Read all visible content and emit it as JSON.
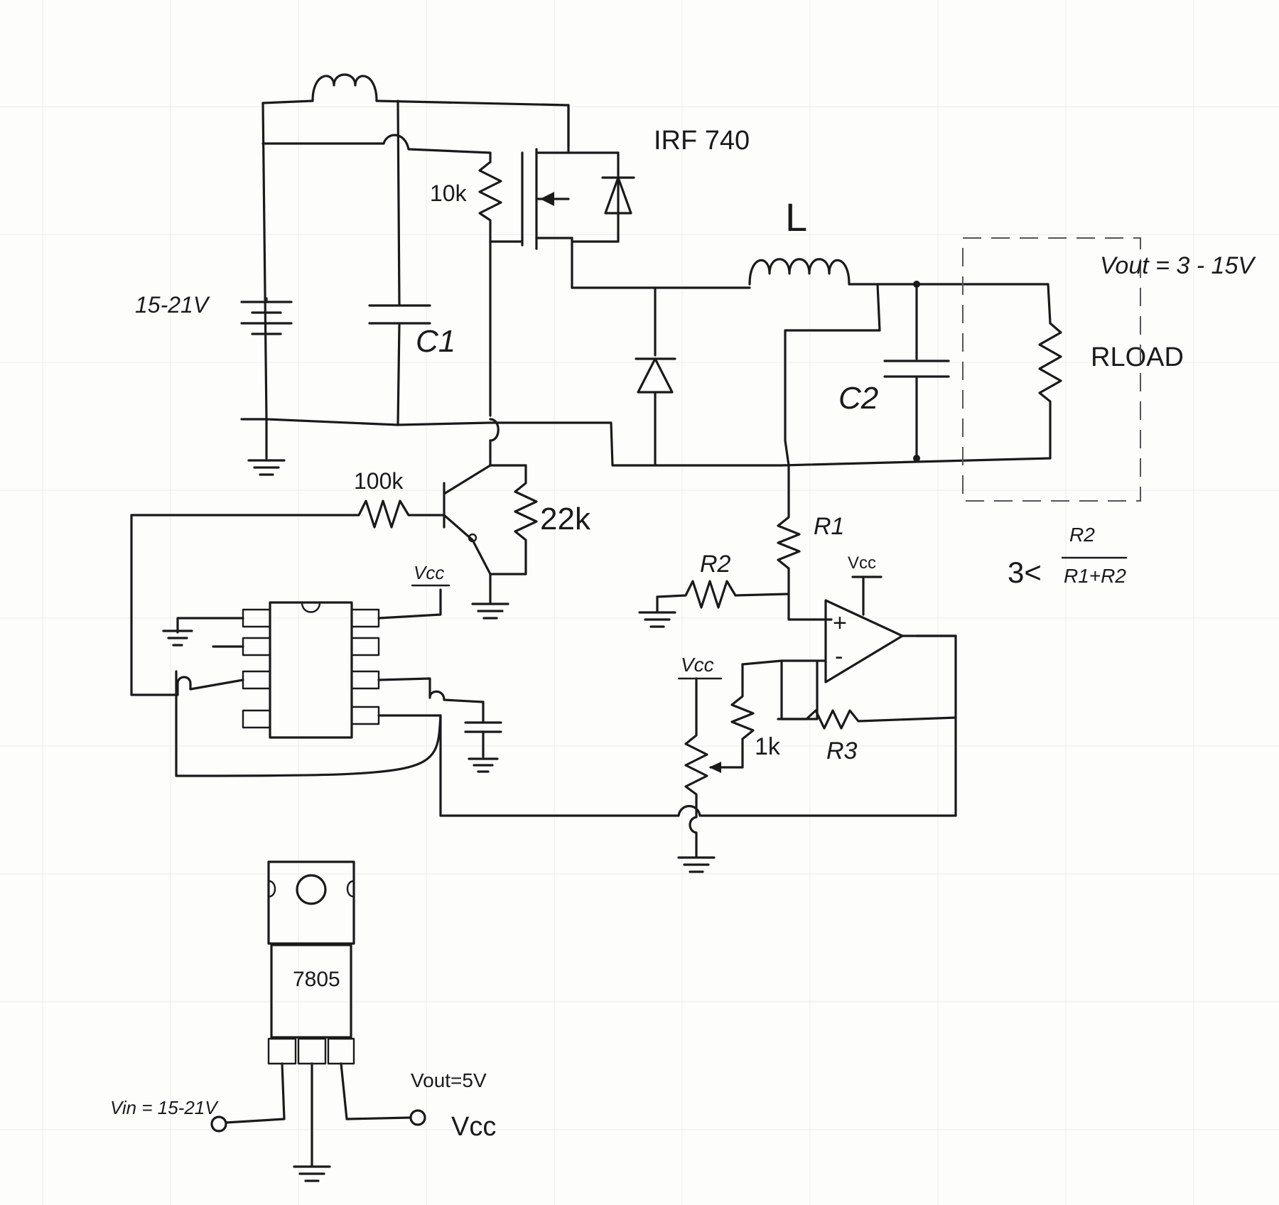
{
  "labels": {
    "mosfet": "IRF 740",
    "r_10k": "10k",
    "supply": "15-21V",
    "c1": "C1",
    "inductor": "L",
    "c2": "C2",
    "rload": "RLOAD",
    "vout_range": "Vout = 3 - 15V",
    "r_100k": "100k",
    "r_22k": "22k",
    "r1": "R1",
    "r2": "R2",
    "r3": "R3",
    "r_1k": "1k",
    "vcc_opamp": "Vcc",
    "vcc_ic": "Vcc",
    "vcc_pot": "Vcc",
    "opamp_plus": "+",
    "opamp_minus": "-",
    "ratio_prefix": "3<",
    "ratio_num": "R2",
    "ratio_den": "R1+R2",
    "regulator": "7805",
    "vin": "Vin = 15-21V",
    "vout_reg": "Vout=5V",
    "vcc_out": "Vcc"
  }
}
